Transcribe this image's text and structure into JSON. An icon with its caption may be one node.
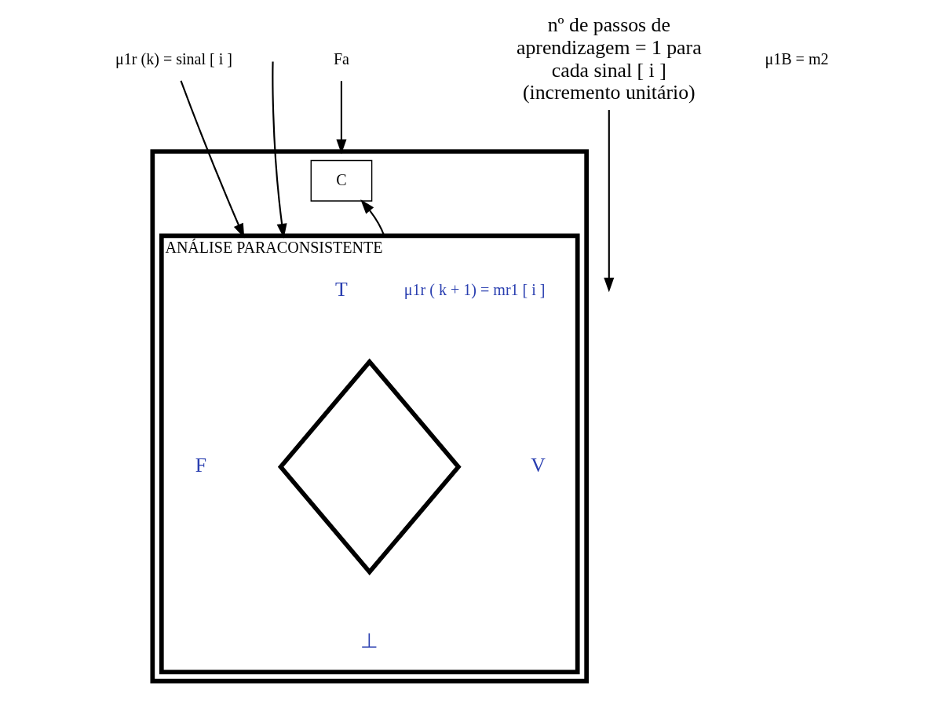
{
  "diagram": {
    "nodes": [
      {
        "text": [],
        "shape": "box"
      },
      {
        "text": [
          "C"
        ],
        "in": 0
      },
      {
        "text": [
          "ANÁLISE PARACONSISTENTE"
        ],
        "in": 0
      },
      {
        "text": [],
        "shape": "diamond",
        "in": 2,
        "beside": [
          "T",
          "F",
          "V",
          "⊥"
        ]
      },
      {
        "text": [
          "μ1r (k) = sinal [ i ]"
        ]
      },
      {
        "text": [
          "Fa"
        ]
      },
      {
        "text": [
          "nº de passos de aprendizagem = 1 para cada sinal [ i ] (incremento unitário)"
        ]
      }
    ],
    "edges": [
      {
        "from": 4,
        "to": 2,
        "arrow": "to"
      },
      {
        "from": 2,
        "to": 1,
        "arrow": "to",
        "label": "μ1r ( k + 1) = mr1 [ i ]"
      },
      {
        "from": 5,
        "to": 0,
        "arrow": "to"
      },
      {
        "from": null,
        "to": 2,
        "arrow": "to"
      },
      {
        "from": 6,
        "to": null,
        "arrow": "to"
      }
    ],
    "labels": [
      "μ1B = m2"
    ]
  }
}
